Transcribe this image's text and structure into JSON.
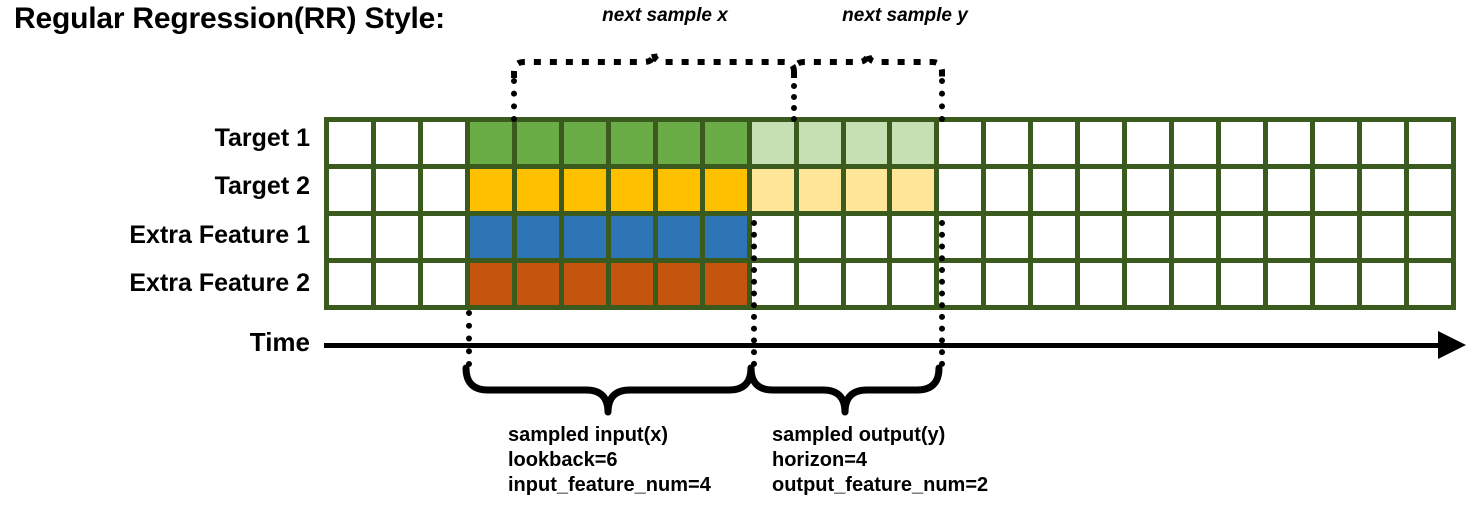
{
  "title": "Regular Regression(RR) Style:",
  "annotations": {
    "next_sample_x": "next sample x",
    "next_sample_y": "next sample y"
  },
  "axis": {
    "label": "Time"
  },
  "rows": [
    {
      "label": "Target 1",
      "type": "target",
      "color": "#6AAC46",
      "light_color": "#C6E0B4"
    },
    {
      "label": "Target 2",
      "type": "target",
      "color": "#FFC000",
      "light_color": "#FFE699"
    },
    {
      "label": "Extra Feature 1",
      "type": "feature",
      "color": "#2E75B6",
      "light_color": "#FFFFFF"
    },
    {
      "label": "Extra Feature 2",
      "type": "feature",
      "color": "#C5540F",
      "light_color": "#FFFFFF"
    }
  ],
  "grid": {
    "columns": 24,
    "rows": 4,
    "border_color": "#3A5A1E",
    "empty_color": "#FFFFFF",
    "input_start_col": 3,
    "input_end_col": 8,
    "output_start_col": 9,
    "output_end_col": 12
  },
  "brackets": {
    "input": {
      "title": "sampled input(x)",
      "line2": "lookback=6",
      "line3": "input_feature_num=4"
    },
    "output": {
      "title": "sampled output(y)",
      "line2": "horizon=4",
      "line3": "output_feature_num=2"
    }
  },
  "chart_data": {
    "type": "heatmap",
    "title": "Regular Regression(RR) Style:",
    "xlabel": "Time",
    "categories": [
      "Target 1",
      "Target 2",
      "Extra Feature 1",
      "Extra Feature 2"
    ],
    "num_timesteps": 24,
    "lookback": 6,
    "horizon": 4,
    "input_feature_num": 4,
    "output_feature_num": 2,
    "legend": [
      "sampled input(x)",
      "sampled output(y)",
      "next sample x",
      "next sample y"
    ]
  }
}
